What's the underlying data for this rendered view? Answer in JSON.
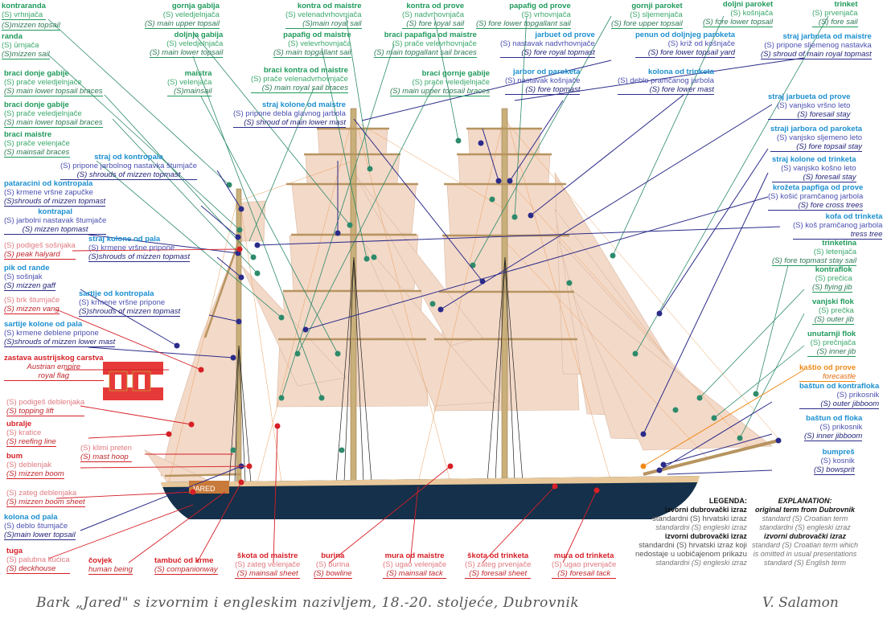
{
  "labels": {
    "kontraranda": {
      "orig": "kontraranda",
      "hr": "(S) vrhnjača",
      "en": ""
    },
    "mizzen_topsail": {
      "orig": "",
      "hr": "",
      "en": "(S)mizzen topsail"
    },
    "randa": {
      "orig": "randa",
      "hr": "(S) ūrnjača",
      "en": "(S)mizzen sail"
    },
    "braci_donje_gabije_1": {
      "orig": "braci donje gabije",
      "hr": "(S) prače veledjelnjače",
      "en": "(S) main lower topsail braces"
    },
    "braci_donje_gabije_2": {
      "orig": "braci donje gabije",
      "hr": "(S) prače veledjelnjače",
      "en": "(S) main lower topsail braces"
    },
    "braci_maistre": {
      "orig": "braci maistre",
      "hr": "(S) prače velenjače",
      "en": "(S) mainsail braces"
    },
    "straj_od_kontropala": {
      "orig": "straj od kontropala",
      "hr": "(S) pripone jarbolnog nastavka štumjače",
      "en": "(S) shrouds of mizzen topmast"
    },
    "pataracini": {
      "orig": "pataracini od kontropala",
      "hr": "(S) krmene vršne zapučke",
      "en": "(S)shrouds of mizzen topmast"
    },
    "kontrapal": {
      "orig": "kontrapal",
      "hr": "(S) jarbolni nastavak štumjače",
      "en": "(S) mizzen topmast"
    },
    "straj_kolone_od_pala": {
      "orig": "straj kolone od pala",
      "hr": "(S) krmene vršne pripone",
      "en": "(S)shrouds of mizzen topmast"
    },
    "podigeš_sošnjaka": {
      "orig": "(S) podigeš sošnjaka",
      "hr": "",
      "en": "(S) peak halyard"
    },
    "pik_od_rande": {
      "orig": "pik od rande",
      "hr": "(S) sošnjak",
      "en": "(S) mizzen gaff"
    },
    "sartije_od_kontropala": {
      "orig": "sartije od kontropala",
      "hr": "(S) krmene vršne pripone",
      "en": "(S)shrouds of mizzen topmast"
    },
    "brk_štumjače": {
      "orig": "(S) brk štumjače",
      "hr": "",
      "en": "(S) mizzen vang"
    },
    "sartije_kolone_od_pala": {
      "orig": "sartije kolone od pala",
      "hr": "(S) krmene deblene pripone",
      "en": "(S)shrouds of mizzen lower mast"
    },
    "zastava": {
      "orig": "zastava austrijskog carstva",
      "orig2": "carstva",
      "hr": "Austrian empire",
      "en": "royal flag"
    },
    "podigeš_deblenjaka": {
      "orig": "(S) podigeš deblenjaka",
      "hr": "",
      "en": "(S) topping lift"
    },
    "ubralje": {
      "orig": "ubralje",
      "hr": "(S) kratice",
      "en": "(S) reefing line"
    },
    "bum": {
      "orig": "bum",
      "hr": "(S) deblenjak",
      "en": "(S) mizzen boom"
    },
    "klimi_preten": {
      "orig": "(S) klimi preten",
      "hr": "",
      "en": "(S) mast hoop"
    },
    "zateg_deblenjaka": {
      "orig": "(S) zateg deblenjaka",
      "hr": "",
      "en": "(S) mizzen boom sheet"
    },
    "kolona_od_pala": {
      "orig": "kolona od pala",
      "hr": "(S) deblo štumjače",
      "en": "(S)main lower topsail"
    },
    "tuga": {
      "orig": "tuga",
      "hr": "(S) palubna kućica",
      "en": "(S) deckhouse"
    },
    "covjek": {
      "orig": "čovjek",
      "hr": "",
      "en": "human being"
    },
    "tambuc": {
      "orig": "tambuć od krme",
      "hr": "",
      "en": "(S) companionway"
    },
    "skota_od_maistre": {
      "orig": "škota od maistre",
      "hr": "(S) zateg velenjače",
      "en": "(S) mainsail sheet"
    },
    "burina": {
      "orig": "burina",
      "hr": "(S) burina",
      "en": "(S) bowline"
    },
    "mura_od_maistre": {
      "orig": "mura od maistre",
      "hr": "(S) ugao velenjače",
      "en": "(S) mainsail tack"
    },
    "skota_od_trinketa": {
      "orig": "škota od trinketa",
      "hr": "(S) zateg prvenjače",
      "en": "(S) foresail sheet"
    },
    "mura_od_trinketa": {
      "orig": "mura od trinketa",
      "hr": "(S) ugao prvenjače",
      "en": "(S) foresail tack"
    },
    "gornja_gabija": {
      "orig": "gornja gabija",
      "hr": "(S) veledjelnjača",
      "en": "(S) main upper topsail"
    },
    "doljnja_gabija": {
      "orig": "doljnja gabija",
      "hr": "(S) veledjelnjača",
      "en": "(S) main lower topsail"
    },
    "maistra": {
      "orig": "maistra",
      "hr": "(S) velenjača",
      "en": "(S)mainsail"
    },
    "kontra_od_maistre": {
      "orig": "kontra od maistre",
      "hr": "(S) velenadvrhovnjača",
      "en": "(S)main royal sail"
    },
    "papafig_od_maistre": {
      "orig": "papafig od maistre",
      "hr": "(S) velevrhovnjača",
      "en": "(S) main topgallant sail"
    },
    "braci_kontra": {
      "orig": "braci kontra od maistre",
      "hr": "(S) prače velenadvrhovnjače",
      "en": "(S) main royal sail braces"
    },
    "straj_kolone_od_maistre": {
      "orig": "straj kolone od maistre",
      "hr": "(S) pripone debla glavnog jarbola",
      "en": "(S) shroud of main lower mast"
    },
    "kontra_od_prove": {
      "orig": "kontra od prove",
      "hr": "(S) nadvrhovnjača",
      "en": "(S) fore royal sail"
    },
    "braci_papafiga": {
      "orig": "braci papafiga od maistre",
      "hr": "(S) prače velevrhovnjače",
      "en": "(S) main topgallant sail braces"
    },
    "braci_gornje_gabije": {
      "orig": "braci gornje gabije",
      "hr": "(S) prače veledjelnjače",
      "en": "(S) main upper topsail braces"
    },
    "papafig_od_prove": {
      "orig": "papafig od prove",
      "hr": "(S) vrhovnjača",
      "en": "(S) fore lower topgallant sail"
    },
    "jarbuet_od_prove": {
      "orig": "jarbuet od prove",
      "hr": "(S) nastavak nadvrhovnjače",
      "en": "(S) fore royal topmast"
    },
    "jarbor_od_paroketa": {
      "orig": "jarbor od paroketa",
      "hr": "(S) nastavak košnjače",
      "en": "(S) fore topmast"
    },
    "gornji_paroket": {
      "orig": "gornji paroket",
      "hr": "(S) sljemenjača",
      "en": "(S) fore upper topsail"
    },
    "doljni_paroket": {
      "orig": "doljni paroket",
      "hr": "(S) košnjača",
      "en": "(S) fore lower topsail"
    },
    "trinket": {
      "orig": "trinket",
      "hr": "(S) prvenjača",
      "en": "(S) fore sail"
    },
    "penun": {
      "orig": "penun od doljnjeg paroketa",
      "hr": "(S) križ od košnjače",
      "en": "(S) fore lower topsail yard"
    },
    "straj_jarbueta": {
      "orig": "straj jarbueta od maistre",
      "hr": "(S) pripone sljemenog nastavka",
      "en": "(S) shroud of main royal topmast"
    },
    "kolona_od_trinketa": {
      "orig": "kolona od trinketa",
      "hr": "(S) deblo pramčanog jarbola",
      "en": "(S) fore lower mast"
    },
    "straj_jarbueta_od_prove": {
      "orig": "straj jarbueta od prove",
      "hr": "(S) vanjsko vršno leto",
      "en": "(S) foresail stay"
    },
    "straji_jarbora": {
      "orig": "straji jarbora od paroketa",
      "hr": "(S) vanjsko sljemeno leto",
      "en": "(S) fore topsail stay"
    },
    "straj_kolone_od_trinketa": {
      "orig": "straj kolone od trinketa",
      "hr": "(S) vanjsko košno leto",
      "en": "(S) foresail stay"
    },
    "krozeta": {
      "orig": "krožeta papfiga od prove",
      "hr": "(S) košić pramčanog jarbola",
      "en": "(S) fore cross trees"
    },
    "kofa": {
      "orig": "kofa od trinketa",
      "hr": "(S) koš pramčanog jarbola",
      "en": "tress tree"
    },
    "trinketina": {
      "orig": "trinketina",
      "hr": "(S) letenjača",
      "en": "(S) fore topmast stay sail"
    },
    "kontraflok": {
      "orig": "kontraflok",
      "hr": "(S) prečica",
      "en": "(S) flying jib"
    },
    "vanjski_flok": {
      "orig": "vanjski flok",
      "hr": "(S) prečka",
      "en": "(S) outer jib"
    },
    "unutarnji_flok": {
      "orig": "unutarnji flok",
      "hr": "(S) prečnjača",
      "en": "(S) inner jib"
    },
    "kastio": {
      "orig": "kaštio od prove",
      "hr": "",
      "en": "forecastle"
    },
    "bastun_kontrafloka": {
      "orig": "baštun od kontrafloka",
      "hr": "(S) prikosnik",
      "en": "(S) outer jibboom"
    },
    "bastun_floka": {
      "orig": "baštun od floka",
      "hr": "(S) prikosnik",
      "en": "(S) inner jibboom"
    },
    "bumpres": {
      "orig": "bumpreš",
      "hr": "(S) kosnik",
      "en": "(S) bowsprit"
    }
  },
  "legend": {
    "title_hr": "LEGENDA:",
    "title_en": "EXPLANATION:",
    "hr_lines": [
      "izvorni dubrovački izraz",
      "standardni (S) hrvatski izraz",
      "standardni (S) engleski izraz",
      "izvorni dubrovački izraz",
      "standardni (S) hrvatski izraz koji",
      "nedostaje u uobičajenom prikazu",
      "standardni (S) engleski izraz"
    ],
    "en_lines": [
      "original term from Dubrovnik",
      "standard (S) Croatian term",
      "standardni (S) engleski izraz",
      "izvorni dubrovački izraz",
      "standard (S) Croatian term which",
      "is omitted in usual presentations",
      "standard (S) English term"
    ]
  },
  "ship_name": "JARED",
  "footer": {
    "title": "Bark „Jared\" s izvornim i engleskim nazivljem, 18.-20. stoljeće, Dubrovnik",
    "author": "V. Salamon"
  },
  "colors": {
    "green": "#1f9a5a",
    "blue": "#2b2b8a",
    "red": "#d61f26",
    "orange": "#f08a1a",
    "sail": "#f2d6c4",
    "hull": "#14304a"
  }
}
